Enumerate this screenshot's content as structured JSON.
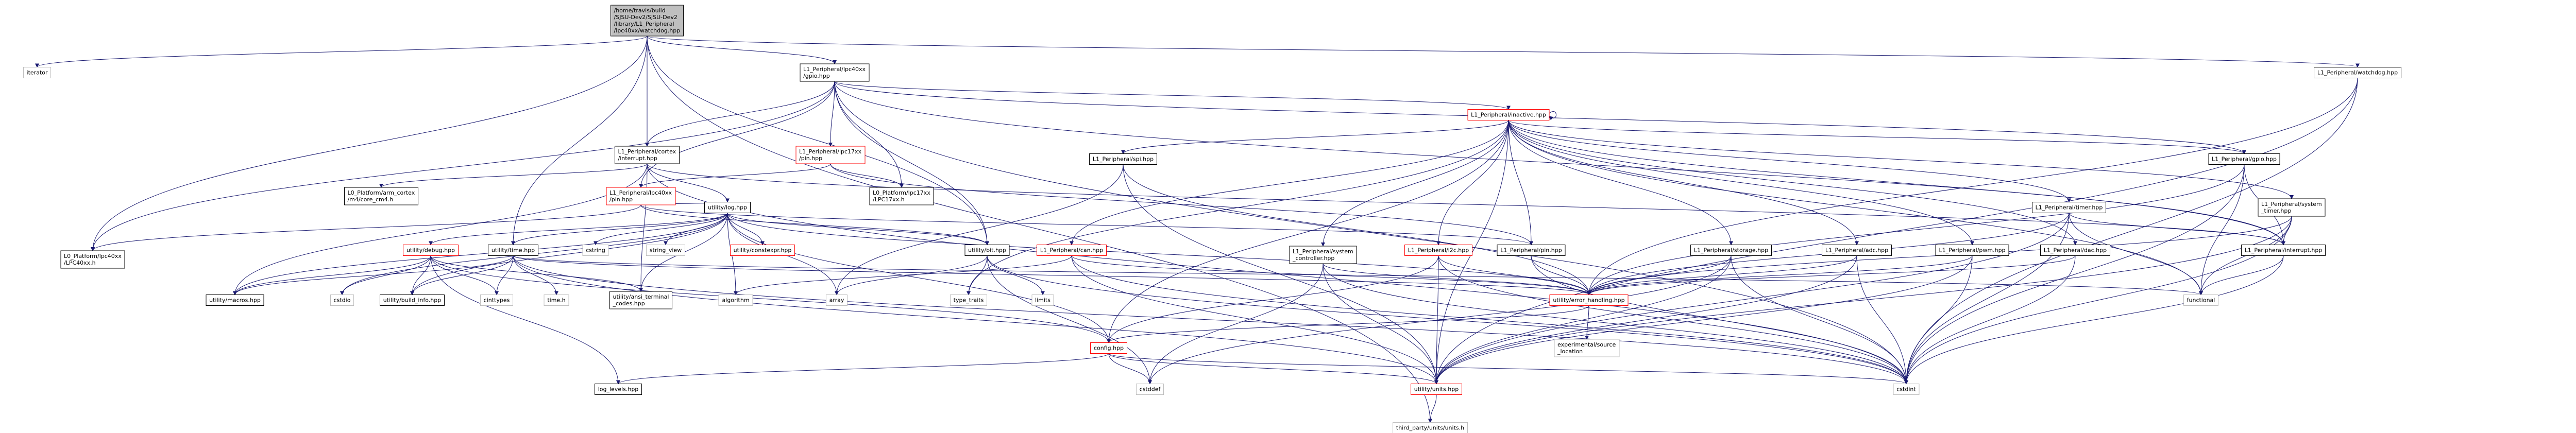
{
  "colors": {
    "edge": "#191970",
    "node_border": "#000000",
    "external_border": "#bfbfbf",
    "incomplete_border": "#ff0000",
    "incomplete_text": "#ff0000",
    "normal_fill": "#ffffff",
    "root_fill": "#bfbfbf",
    "text": "#000000"
  },
  "diagram": {
    "nodes": [
      {
        "id": "root",
        "kind": "root",
        "lines": [
          "/home/travis/build",
          "/SJSU-Dev2/SJSU-Dev2",
          "/library/L1_Peripheral",
          "/lpc40xx/watchdog.hpp"
        ]
      },
      {
        "id": "iterator",
        "kind": "external",
        "lines": [
          "iterator"
        ]
      },
      {
        "id": "gpio_lpc40",
        "kind": "normal",
        "lines": [
          "L1_Peripheral/lpc40xx",
          "/gpio.hpp"
        ]
      },
      {
        "id": "watchdog_if",
        "kind": "normal",
        "lines": [
          "L1_Peripheral/watchdog.hpp"
        ]
      },
      {
        "id": "cortex_int",
        "kind": "normal",
        "lines": [
          "L1_Peripheral/cortex",
          "/interrupt.hpp"
        ]
      },
      {
        "id": "lpc17_pin",
        "kind": "incomplete",
        "lines": [
          "L1_Peripheral/lpc17xx",
          "/pin.hpp"
        ]
      },
      {
        "id": "inactive",
        "kind": "incomplete",
        "lines": [
          "L1_Peripheral/inactive.hpp"
        ]
      },
      {
        "id": "arm_core",
        "kind": "normal",
        "lines": [
          "L0_Platform/arm_cortex",
          "/m4/core_cm4.h"
        ]
      },
      {
        "id": "lpc40_pin",
        "kind": "incomplete",
        "lines": [
          "L1_Peripheral/lpc40xx",
          "/pin.hpp"
        ]
      },
      {
        "id": "lpc17xx_h",
        "kind": "normal",
        "lines": [
          "L0_Platform/lpc17xx",
          "/LPC17xx.h"
        ]
      },
      {
        "id": "lpc40xx_h",
        "kind": "normal",
        "lines": [
          "L0_Platform/lpc40xx",
          "/LPC40xx.h"
        ]
      },
      {
        "id": "spi",
        "kind": "normal",
        "lines": [
          "L1_Peripheral/spi.hpp"
        ]
      },
      {
        "id": "log",
        "kind": "normal",
        "lines": [
          "utility/log.hpp"
        ]
      },
      {
        "id": "gpio_if",
        "kind": "normal",
        "lines": [
          "L1_Peripheral/gpio.hpp"
        ]
      },
      {
        "id": "timer",
        "kind": "normal",
        "lines": [
          "L1_Peripheral/timer.hpp"
        ]
      },
      {
        "id": "sys_timer",
        "kind": "normal",
        "lines": [
          "L1_Peripheral/system",
          "_timer.hpp"
        ]
      },
      {
        "id": "debug",
        "kind": "incomplete",
        "lines": [
          "utility/debug.hpp"
        ]
      },
      {
        "id": "time",
        "kind": "normal",
        "lines": [
          "utility/time.hpp"
        ]
      },
      {
        "id": "cstring",
        "kind": "external",
        "lines": [
          "cstring"
        ]
      },
      {
        "id": "string_view",
        "kind": "external",
        "lines": [
          "string_view"
        ]
      },
      {
        "id": "constexpr",
        "kind": "incomplete",
        "lines": [
          "utility/constexpr.hpp"
        ]
      },
      {
        "id": "bit",
        "kind": "normal",
        "lines": [
          "utility/bit.hpp"
        ]
      },
      {
        "id": "can",
        "kind": "incomplete",
        "lines": [
          "L1_Peripheral/can.hpp"
        ]
      },
      {
        "id": "sys_ctrl",
        "kind": "normal",
        "lines": [
          "L1_Peripheral/system",
          "_controller.hpp"
        ]
      },
      {
        "id": "i2c",
        "kind": "incomplete",
        "lines": [
          "L1_Peripheral/i2c.hpp"
        ]
      },
      {
        "id": "pin_if",
        "kind": "normal",
        "lines": [
          "L1_Peripheral/pin.hpp"
        ]
      },
      {
        "id": "storage",
        "kind": "normal",
        "lines": [
          "L1_Peripheral/storage.hpp"
        ]
      },
      {
        "id": "adc",
        "kind": "normal",
        "lines": [
          "L1_Peripheral/adc.hpp"
        ]
      },
      {
        "id": "pwm",
        "kind": "normal",
        "lines": [
          "L1_Peripheral/pwm.hpp"
        ]
      },
      {
        "id": "dac",
        "kind": "normal",
        "lines": [
          "L1_Peripheral/dac.hpp"
        ]
      },
      {
        "id": "interrupt_if",
        "kind": "normal",
        "lines": [
          "L1_Peripheral/interrupt.hpp"
        ]
      },
      {
        "id": "macros",
        "kind": "normal",
        "lines": [
          "utility/macros.hpp"
        ]
      },
      {
        "id": "cstdio",
        "kind": "external",
        "lines": [
          "cstdio"
        ]
      },
      {
        "id": "build_info",
        "kind": "normal",
        "lines": [
          "utility/build_info.hpp"
        ]
      },
      {
        "id": "cinttypes",
        "kind": "external",
        "lines": [
          "cinttypes"
        ]
      },
      {
        "id": "time_h",
        "kind": "external",
        "lines": [
          "time.h"
        ]
      },
      {
        "id": "ansi",
        "kind": "normal",
        "lines": [
          "utility/ansi_terminal",
          "_codes.hpp"
        ]
      },
      {
        "id": "algorithm",
        "kind": "external",
        "lines": [
          "algorithm"
        ]
      },
      {
        "id": "array",
        "kind": "external",
        "lines": [
          "array"
        ]
      },
      {
        "id": "type_traits",
        "kind": "external",
        "lines": [
          "type_traits"
        ]
      },
      {
        "id": "limits",
        "kind": "external",
        "lines": [
          "limits"
        ]
      },
      {
        "id": "error",
        "kind": "incomplete",
        "lines": [
          "utility/error_handling.hpp"
        ]
      },
      {
        "id": "functional",
        "kind": "external",
        "lines": [
          "functional"
        ]
      },
      {
        "id": "source_loc",
        "kind": "external",
        "lines": [
          "experimental/source",
          "_location"
        ]
      },
      {
        "id": "config",
        "kind": "incomplete",
        "lines": [
          "config.hpp"
        ]
      },
      {
        "id": "log_levels",
        "kind": "normal",
        "lines": [
          "log_levels.hpp"
        ]
      },
      {
        "id": "cstddef",
        "kind": "external",
        "lines": [
          "cstddef"
        ]
      },
      {
        "id": "units",
        "kind": "incomplete",
        "lines": [
          "utility/units.hpp"
        ]
      },
      {
        "id": "cstdint",
        "kind": "external",
        "lines": [
          "cstdint"
        ]
      },
      {
        "id": "third_units",
        "kind": "external",
        "lines": [
          "third_party/units/units.h"
        ]
      }
    ],
    "edges": [
      [
        "root",
        "iterator"
      ],
      [
        "root",
        "gpio_lpc40"
      ],
      [
        "root",
        "watchdog_if"
      ],
      [
        "root",
        "cortex_int"
      ],
      [
        "root",
        "lpc40xx_h"
      ],
      [
        "root",
        "third_units"
      ],
      [
        "root",
        "bit"
      ],
      [
        "root",
        "time"
      ],
      [
        "gpio_lpc40",
        "gpio_if"
      ],
      [
        "gpio_lpc40",
        "inactive"
      ],
      [
        "gpio_lpc40",
        "cortex_int"
      ],
      [
        "gpio_lpc40",
        "lpc17_pin"
      ],
      [
        "gpio_lpc40",
        "lpc40_pin"
      ],
      [
        "gpio_lpc40",
        "interrupt_if"
      ],
      [
        "gpio_lpc40",
        "cstdint"
      ],
      [
        "gpio_lpc40",
        "lpc17xx_h"
      ],
      [
        "gpio_lpc40",
        "lpc40xx_h"
      ],
      [
        "gpio_lpc40",
        "bit"
      ],
      [
        "watchdog_if",
        "error"
      ],
      [
        "watchdog_if",
        "cstdint"
      ],
      [
        "watchdog_if",
        "units"
      ],
      [
        "cortex_int",
        "arm_core"
      ],
      [
        "cortex_int",
        "log"
      ],
      [
        "cortex_int",
        "interrupt_if"
      ],
      [
        "cortex_int",
        "macros"
      ],
      [
        "cortex_int",
        "ansi"
      ],
      [
        "cortex_int",
        "cstdint"
      ],
      [
        "lpc17_pin",
        "lpc40_pin"
      ],
      [
        "lpc17_pin",
        "lpc17xx_h"
      ],
      [
        "lpc17_pin",
        "pin_if"
      ],
      [
        "inactive",
        "inactive"
      ],
      [
        "inactive",
        "spi"
      ],
      [
        "inactive",
        "gpio_if"
      ],
      [
        "inactive",
        "timer"
      ],
      [
        "inactive",
        "sys_timer"
      ],
      [
        "inactive",
        "can"
      ],
      [
        "inactive",
        "sys_ctrl"
      ],
      [
        "inactive",
        "i2c"
      ],
      [
        "inactive",
        "pin_if"
      ],
      [
        "inactive",
        "storage"
      ],
      [
        "inactive",
        "adc"
      ],
      [
        "inactive",
        "pwm"
      ],
      [
        "inactive",
        "dac"
      ],
      [
        "inactive",
        "interrupt_if"
      ],
      [
        "inactive",
        "functional"
      ],
      [
        "inactive",
        "config"
      ],
      [
        "inactive",
        "units"
      ],
      [
        "inactive",
        "type_traits"
      ],
      [
        "lpc40_pin",
        "log"
      ],
      [
        "lpc40_pin",
        "pin_if"
      ],
      [
        "lpc40_pin",
        "lpc40xx_h"
      ],
      [
        "lpc40_pin",
        "bit"
      ],
      [
        "spi",
        "array"
      ],
      [
        "spi",
        "error"
      ],
      [
        "spi",
        "units"
      ],
      [
        "log",
        "debug"
      ],
      [
        "log",
        "time"
      ],
      [
        "log",
        "cstring"
      ],
      [
        "log",
        "string_view"
      ],
      [
        "log",
        "constexpr"
      ],
      [
        "log",
        "bit"
      ],
      [
        "log",
        "cstdio"
      ],
      [
        "log",
        "macros"
      ],
      [
        "log",
        "build_info"
      ],
      [
        "log",
        "ansi"
      ],
      [
        "log",
        "algorithm"
      ],
      [
        "log",
        "array"
      ],
      [
        "log",
        "config"
      ],
      [
        "log",
        "error"
      ],
      [
        "gpio_if",
        "error"
      ],
      [
        "gpio_if",
        "interrupt_if"
      ],
      [
        "gpio_if",
        "functional"
      ],
      [
        "gpio_if",
        "cstdint"
      ],
      [
        "timer",
        "error"
      ],
      [
        "timer",
        "interrupt_if"
      ],
      [
        "timer",
        "functional"
      ],
      [
        "timer",
        "cstdint"
      ],
      [
        "timer",
        "units"
      ],
      [
        "sys_timer",
        "error"
      ],
      [
        "sys_timer",
        "interrupt_if"
      ],
      [
        "sys_timer",
        "functional"
      ],
      [
        "sys_timer",
        "cstdint"
      ],
      [
        "sys_timer",
        "units"
      ],
      [
        "debug",
        "macros"
      ],
      [
        "debug",
        "cstdio"
      ],
      [
        "debug",
        "build_info"
      ],
      [
        "debug",
        "cinttypes"
      ],
      [
        "debug",
        "log_levels"
      ],
      [
        "debug",
        "config"
      ],
      [
        "debug",
        "ansi"
      ],
      [
        "time",
        "macros"
      ],
      [
        "time",
        "build_info"
      ],
      [
        "time",
        "cinttypes"
      ],
      [
        "time",
        "time_h"
      ],
      [
        "time",
        "functional"
      ],
      [
        "time",
        "error"
      ],
      [
        "time",
        "units"
      ],
      [
        "time",
        "cstdint"
      ],
      [
        "bit",
        "array"
      ],
      [
        "bit",
        "type_traits"
      ],
      [
        "bit",
        "limits"
      ],
      [
        "bit",
        "cstddef"
      ],
      [
        "bit",
        "cstdint"
      ],
      [
        "can",
        "error"
      ],
      [
        "can",
        "units"
      ],
      [
        "can",
        "cstdint"
      ],
      [
        "can",
        "algorithm"
      ],
      [
        "sys_ctrl",
        "error"
      ],
      [
        "sys_ctrl",
        "units"
      ],
      [
        "sys_ctrl",
        "cstdint"
      ],
      [
        "sys_ctrl",
        "cstddef"
      ],
      [
        "i2c",
        "error"
      ],
      [
        "i2c",
        "config"
      ],
      [
        "i2c",
        "units"
      ],
      [
        "i2c",
        "cstdint"
      ],
      [
        "pin_if",
        "error"
      ],
      [
        "pin_if",
        "cstdint"
      ],
      [
        "storage",
        "error"
      ],
      [
        "storage",
        "units"
      ],
      [
        "storage",
        "cstdint"
      ],
      [
        "storage",
        "cstddef"
      ],
      [
        "adc",
        "error"
      ],
      [
        "adc",
        "units"
      ],
      [
        "adc",
        "cstdint"
      ],
      [
        "pwm",
        "error"
      ],
      [
        "pwm",
        "units"
      ],
      [
        "pwm",
        "cstdint"
      ],
      [
        "dac",
        "error"
      ],
      [
        "dac",
        "cstdint"
      ],
      [
        "interrupt_if",
        "functional"
      ],
      [
        "interrupt_if",
        "cstdint"
      ],
      [
        "error",
        "config"
      ],
      [
        "error",
        "source_loc"
      ],
      [
        "config",
        "log_levels"
      ],
      [
        "config",
        "cstddef"
      ],
      [
        "config",
        "units"
      ],
      [
        "config",
        "cstdint"
      ],
      [
        "units",
        "third_units"
      ]
    ]
  }
}
